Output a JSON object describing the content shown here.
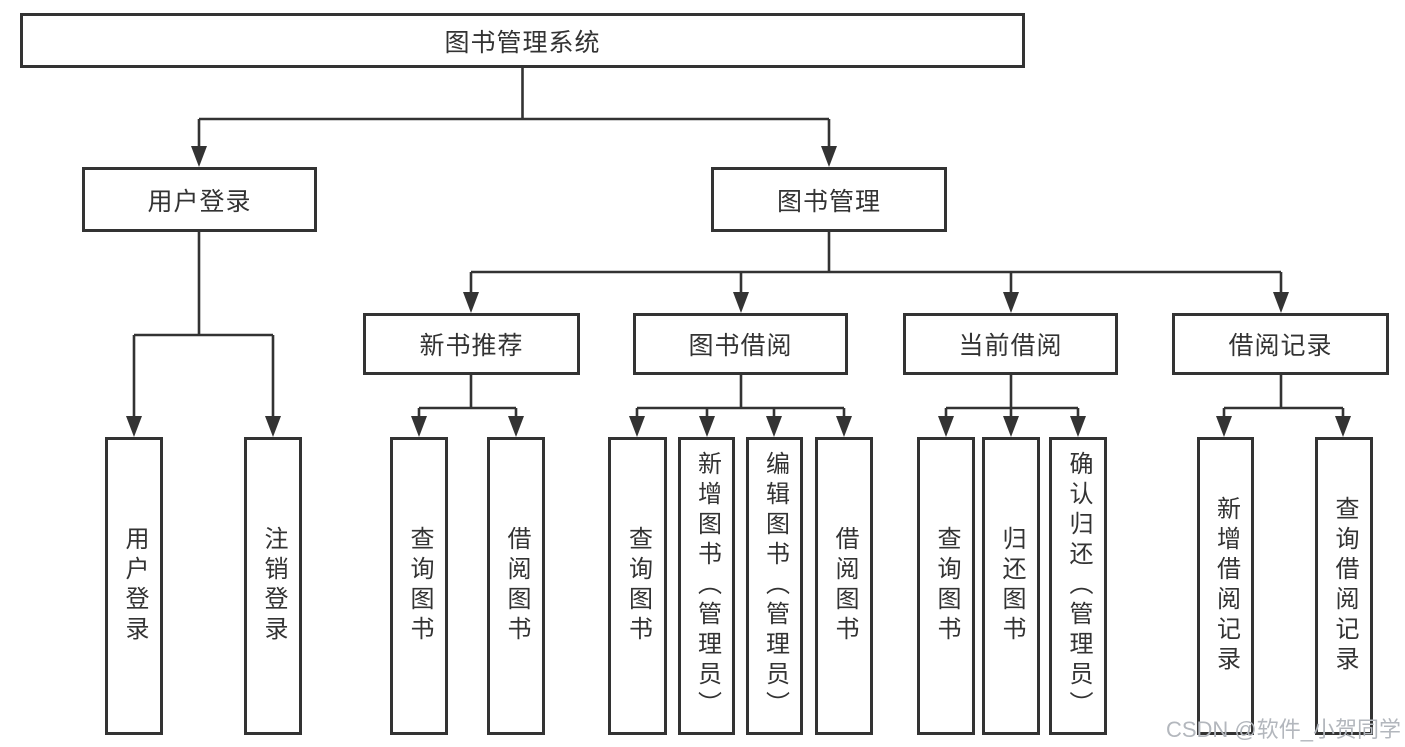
{
  "diagram": {
    "root": {
      "label": "图书管理系统"
    },
    "branches": {
      "user_login": {
        "label": "用户登录",
        "children": [
          "用户登录",
          "注销登录"
        ]
      },
      "book_management": {
        "label": "图书管理",
        "sections": {
          "new_book_recommend": {
            "label": "新书推荐",
            "children": [
              "查询图书",
              "借阅图书"
            ]
          },
          "book_borrowing": {
            "label": "图书借阅",
            "children": [
              "查询图书",
              "新增图书（管理员）",
              "编辑图书（管理员）",
              "借阅图书"
            ]
          },
          "current_borrowing": {
            "label": "当前借阅",
            "children": [
              "查询图书",
              "归还图书",
              "确认归还（管理员）"
            ]
          },
          "borrowing_records": {
            "label": "借阅记录",
            "children": [
              "新增借阅记录",
              "查询借阅记录"
            ]
          }
        }
      }
    }
  },
  "watermark": "CSDN @软件_小贺同学",
  "colors": {
    "line": "#333333",
    "text": "#333333",
    "watermark": "#b3b7bd",
    "background": "#ffffff"
  }
}
